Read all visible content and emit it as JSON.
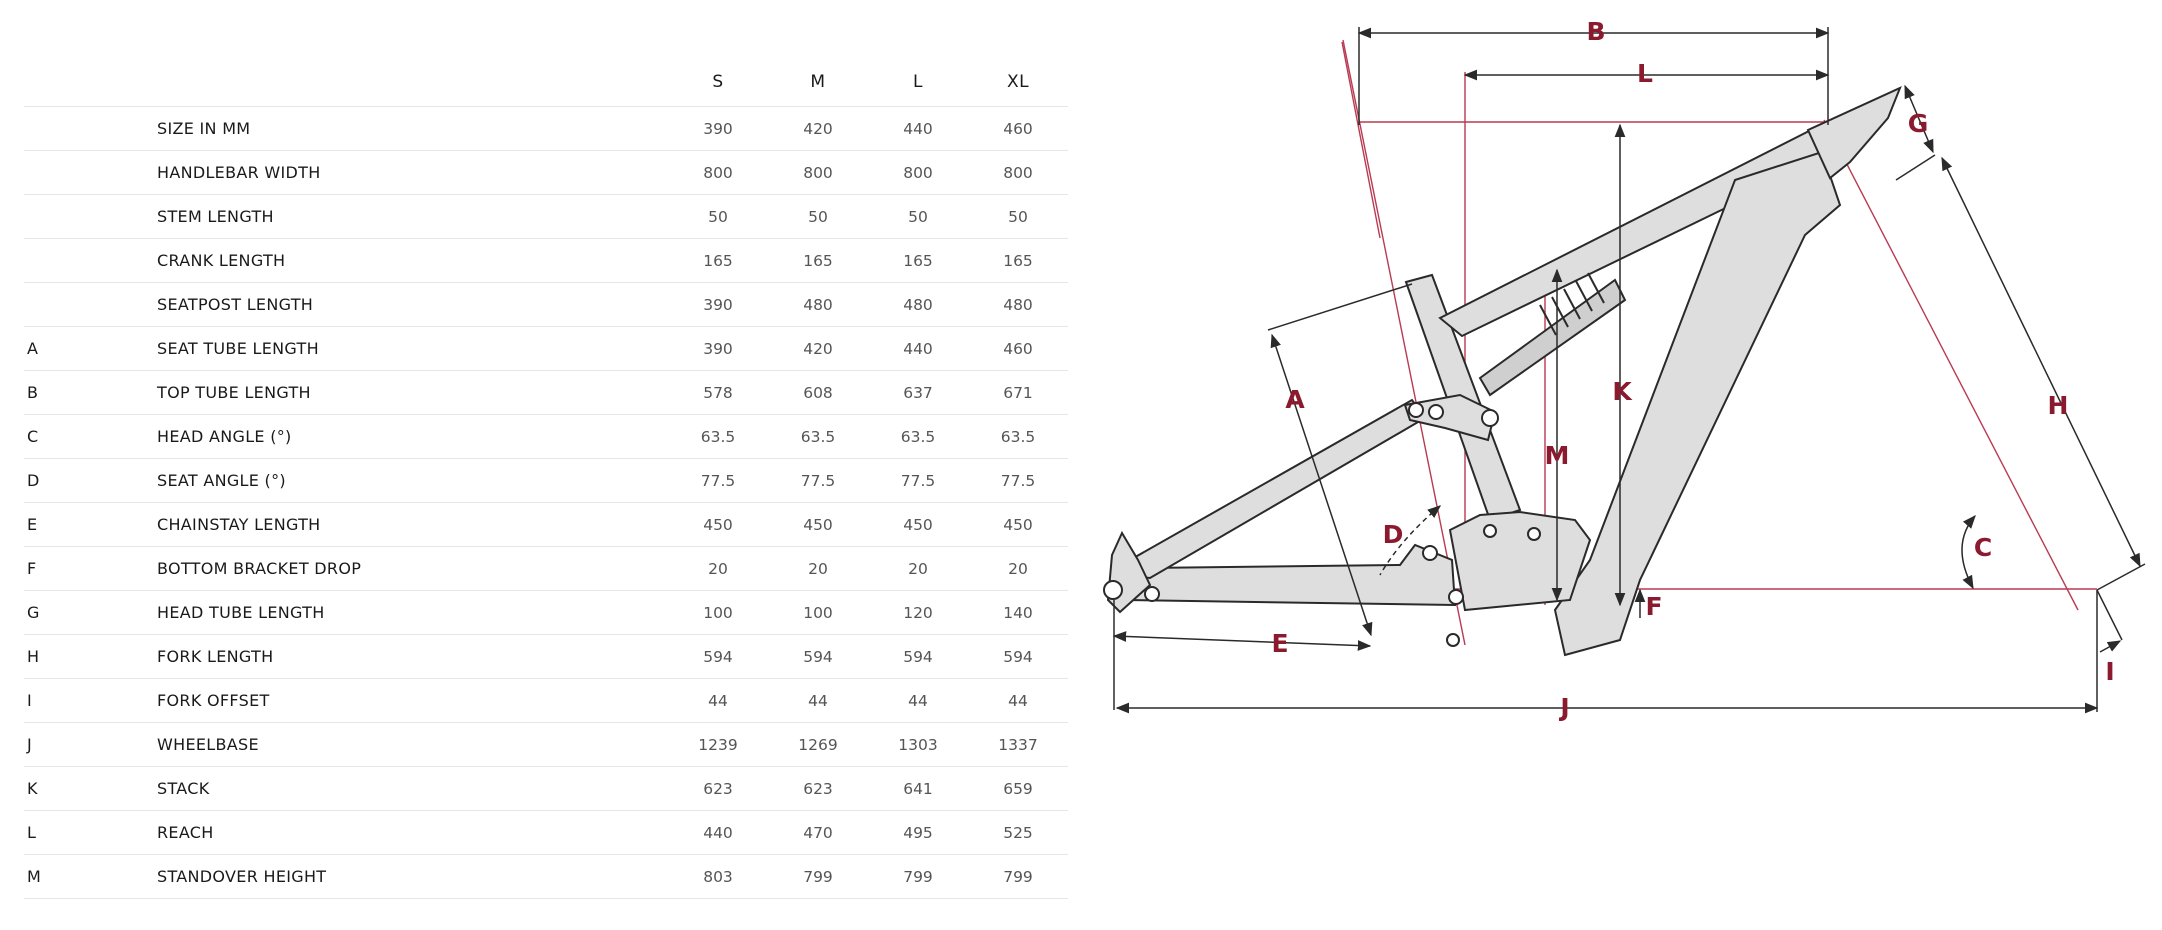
{
  "table": {
    "sizes": [
      "S",
      "M",
      "L",
      "XL"
    ],
    "rows": [
      {
        "letter": "",
        "name": "SIZE IN MM",
        "values": [
          "390",
          "420",
          "440",
          "460"
        ]
      },
      {
        "letter": "",
        "name": "HANDLEBAR WIDTH",
        "values": [
          "800",
          "800",
          "800",
          "800"
        ]
      },
      {
        "letter": "",
        "name": "STEM LENGTH",
        "values": [
          "50",
          "50",
          "50",
          "50"
        ]
      },
      {
        "letter": "",
        "name": "CRANK LENGTH",
        "values": [
          "165",
          "165",
          "165",
          "165"
        ]
      },
      {
        "letter": "",
        "name": "SEATPOST LENGTH",
        "values": [
          "390",
          "480",
          "480",
          "480"
        ]
      },
      {
        "letter": "A",
        "name": "SEAT TUBE LENGTH",
        "values": [
          "390",
          "420",
          "440",
          "460"
        ]
      },
      {
        "letter": "B",
        "name": "TOP TUBE LENGTH",
        "values": [
          "578",
          "608",
          "637",
          "671"
        ]
      },
      {
        "letter": "C",
        "name": "HEAD ANGLE (°)",
        "values": [
          "63.5",
          "63.5",
          "63.5",
          "63.5"
        ]
      },
      {
        "letter": "D",
        "name": "SEAT ANGLE (°)",
        "values": [
          "77.5",
          "77.5",
          "77.5",
          "77.5"
        ]
      },
      {
        "letter": "E",
        "name": "CHAINSTAY LENGTH",
        "values": [
          "450",
          "450",
          "450",
          "450"
        ]
      },
      {
        "letter": "F",
        "name": "BOTTOM BRACKET DROP",
        "values": [
          "20",
          "20",
          "20",
          "20"
        ]
      },
      {
        "letter": "G",
        "name": "HEAD TUBE LENGTH",
        "values": [
          "100",
          "100",
          "120",
          "140"
        ]
      },
      {
        "letter": "H",
        "name": "FORK LENGTH",
        "values": [
          "594",
          "594",
          "594",
          "594"
        ]
      },
      {
        "letter": "I",
        "name": "FORK OFFSET",
        "values": [
          "44",
          "44",
          "44",
          "44"
        ]
      },
      {
        "letter": "J",
        "name": "WHEELBASE",
        "values": [
          "1239",
          "1269",
          "1303",
          "1337"
        ]
      },
      {
        "letter": "K",
        "name": "STACK",
        "values": [
          "623",
          "623",
          "641",
          "659"
        ]
      },
      {
        "letter": "L",
        "name": "REACH",
        "values": [
          "440",
          "470",
          "495",
          "525"
        ]
      },
      {
        "letter": "M",
        "name": "STANDOVER HEIGHT",
        "values": [
          "803",
          "799",
          "799",
          "799"
        ]
      }
    ]
  },
  "diagram": {
    "labels": {
      "A": "A",
      "B": "B",
      "C": "C",
      "D": "D",
      "E": "E",
      "F": "F",
      "G": "G",
      "H": "H",
      "I": "I",
      "J": "J",
      "K": "K",
      "L": "L",
      "M": "M"
    },
    "colors": {
      "accent": "#8b1a2e",
      "frame_fill": "#dedede",
      "outline": "#2a2a2a",
      "guide": "#b83b52"
    }
  }
}
